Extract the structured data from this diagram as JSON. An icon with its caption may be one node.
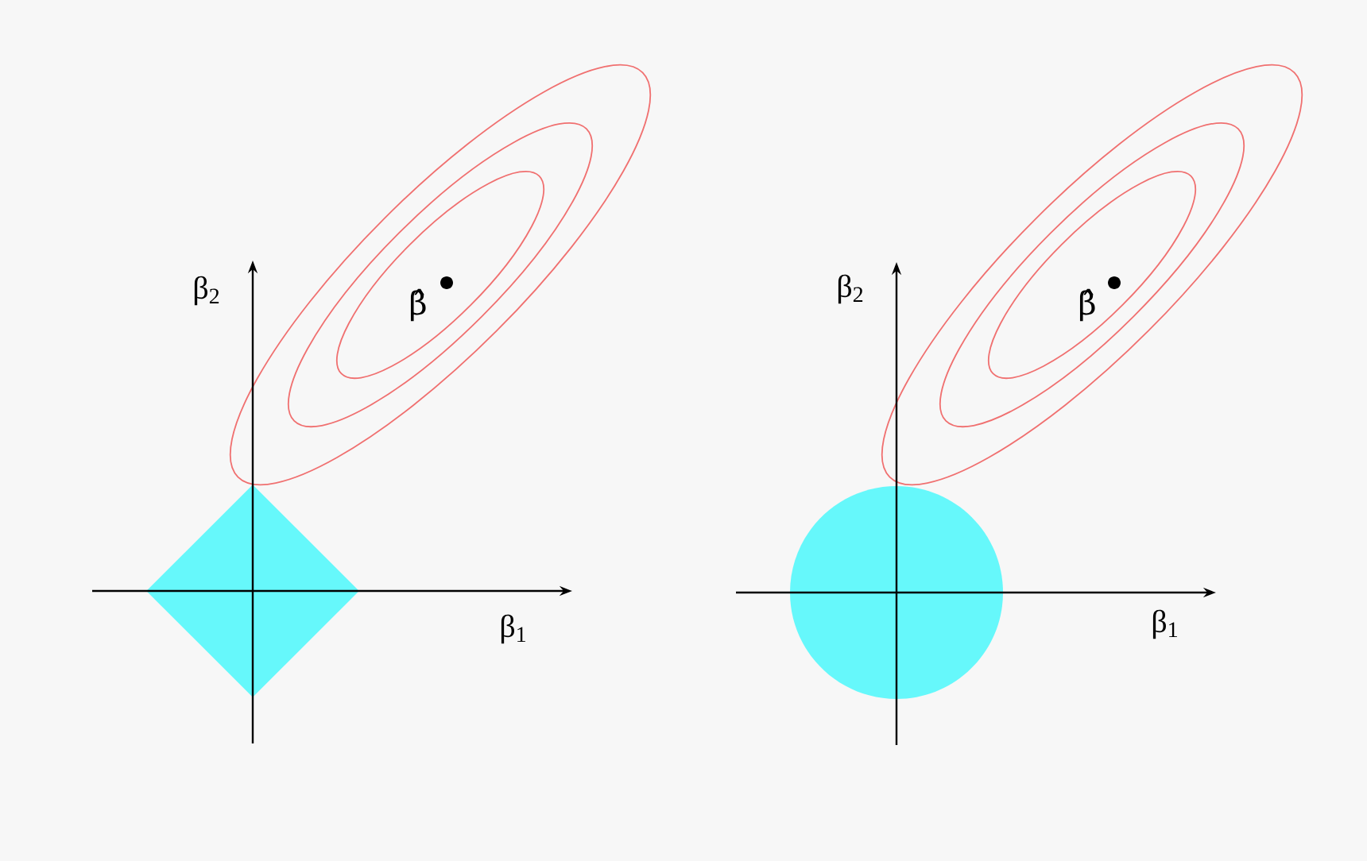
{
  "diagram": {
    "nodes": [
      {
        "text": [],
        "shape": "diamond"
      },
      {
        "text": [],
        "shape": "circle"
      }
    ],
    "labels": [
      "β$_{2}$",
      "β̂",
      "β$_{2}$",
      "β̂",
      "β$_{1}$",
      "β$_{1}$"
    ]
  }
}
